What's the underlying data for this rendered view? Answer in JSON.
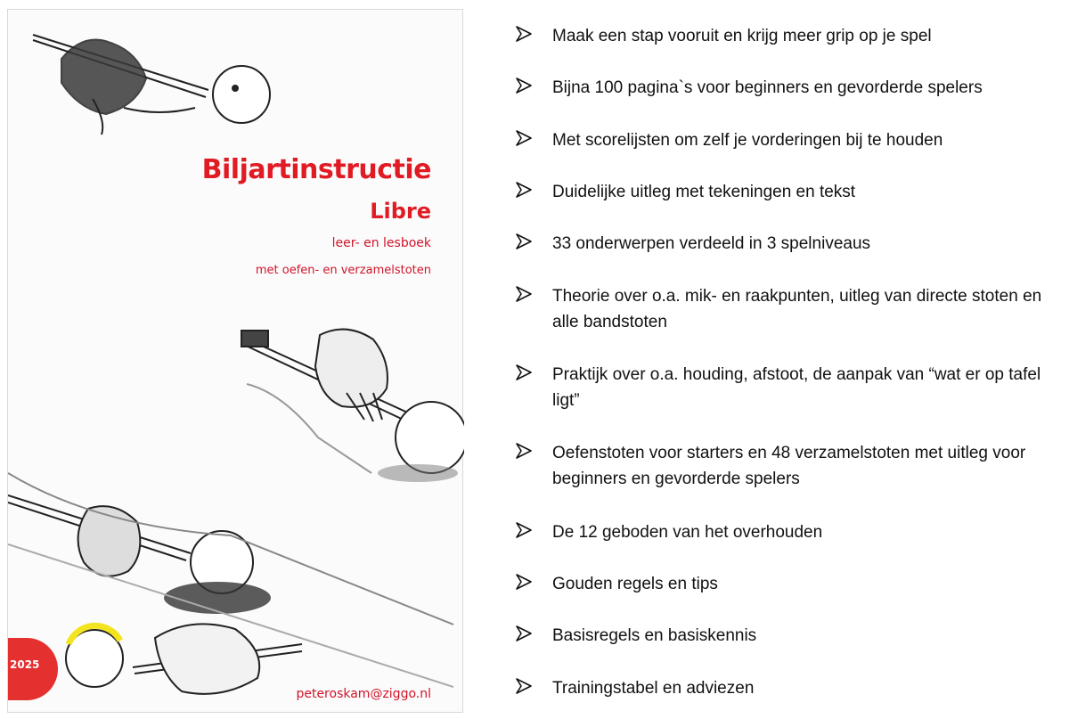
{
  "cover": {
    "title": "Biljartinstructie",
    "subtitle": "Libre",
    "tagline_1": "leer- en lesboek",
    "tagline_2": "met oefen- en verzamelstoten",
    "email": "peteroskam@ziggo.nl",
    "year": "2025",
    "accent_red": "#e01b24",
    "badge_yellow": "#f2e51f"
  },
  "features": {
    "bullet_icon": "arrowhead-bullet-icon",
    "items": [
      "Maak een stap vooruit en krijg meer grip op je spel",
      "Bijna 100 pagina`s voor beginners en gevorderde spelers",
      "Met scorelijsten om zelf je vorderingen bij te houden",
      "Duidelijke uitleg met tekeningen en tekst",
      "33 onderwerpen verdeeld in 3 spelniveaus",
      "Theorie over o.a. mik- en raakpunten, uitleg van directe stoten en alle bandstoten",
      "Praktijk over o.a. houding, afstoot, de aanpak van “wat er op tafel ligt”",
      "Oefenstoten voor starters en 48 verzamelstoten met uitleg voor beginners en gevorderde spelers",
      "De 12 geboden van het overhouden",
      "Gouden regels en tips",
      "Basisregels en basiskennis",
      "Trainingstabel en adviezen"
    ]
  }
}
